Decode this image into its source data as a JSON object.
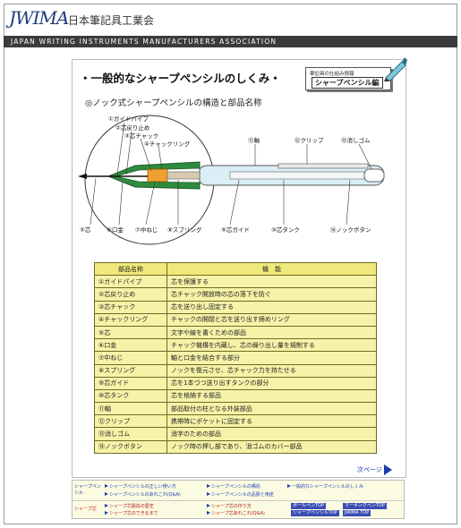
{
  "header": {
    "logo_mark": "JWIMA",
    "logo_jp": "日本筆記具工業会",
    "association_name": "JAPAN WRITING INSTRUMENTS MANUFACTURERS ASSOCIATION"
  },
  "page": {
    "title": "・一般的なシャープペンシルのしくみ・",
    "badge_small": "筆記具の仕組み情報",
    "badge_label": "シャープペンシル編",
    "subtitle": "◎ノック式シャープペンシルの構造と部品名称"
  },
  "diagram": {
    "labels_top_left": [
      "①ガイドパイプ",
      "②芯戻り止め",
      "③芯チャック",
      "④チャックリング"
    ],
    "labels_top_right": [
      "⑪軸",
      "⑫クリップ",
      "⑬消しゴム"
    ],
    "labels_bottom": [
      "⑤芯",
      "⑥口金",
      "⑦中ねじ",
      "⑧スプリング",
      "⑨芯ガイド",
      "⑩芯タンク",
      "⑭ノックボタン"
    ]
  },
  "table": {
    "headers": [
      "部品名称",
      "機　能"
    ],
    "rows": [
      {
        "name": "①ガイドパイプ",
        "function": "芯を保護する"
      },
      {
        "name": "②芯戻り止め",
        "function": "芯チャック開放時の芯の落下を防ぐ"
      },
      {
        "name": "③芯チャック",
        "function": "芯を送り出し固定する"
      },
      {
        "name": "④チャックリング",
        "function": "チャックの開閉と芯を送り出す締めリング"
      },
      {
        "name": "⑤芯",
        "function": "文字や線を書くための部品"
      },
      {
        "name": "⑥口金",
        "function": "チャック機構を内蔵し、芯の繰り出し量を規制する"
      },
      {
        "name": "⑦中ねじ",
        "function": "軸と口金を結合する部分"
      },
      {
        "name": "⑧スプリング",
        "function": "ノックを復元させ、芯チャック力を持たせる"
      },
      {
        "name": "⑨芯ガイド",
        "function": "芯を1本づつ送り出すタンクの部分"
      },
      {
        "name": "⑩芯タンク",
        "function": "芯を格納する部品"
      },
      {
        "name": "⑪軸",
        "function": "部品取付の柱となる外装部品"
      },
      {
        "name": "⑫クリップ",
        "function": "携帯時にポケットに固定する"
      },
      {
        "name": "⑬消しゴム",
        "function": "消字のための部品"
      },
      {
        "name": "⑭ノックボタン",
        "function": "ノック時の押し部であり、消ゴムのカバー部品"
      }
    ],
    "next_label": "次ページ"
  },
  "footer": {
    "row1_head": "シャープペンシル",
    "row1_links": [
      "シャープペンシルの正しい使い方",
      "シャープペンシルの構造",
      "一般的なシャープペンシルのしくみ",
      "シャープペンシルのあれこれ(Q&A)",
      "シャープペンシルの品質と用途"
    ],
    "row2_head": "シャープ芯",
    "row2_links": [
      "シャープ芯製造の歴史",
      "シャープ芯の作り方",
      "シャープ芯のできるまで",
      "シャープ芯あれこれ(Q&A)"
    ],
    "row2_buttons": [
      "ボールペンTOP",
      "マーキングペンTOP",
      "シャープペンシルTOP",
      "JWIMA TOP"
    ]
  }
}
